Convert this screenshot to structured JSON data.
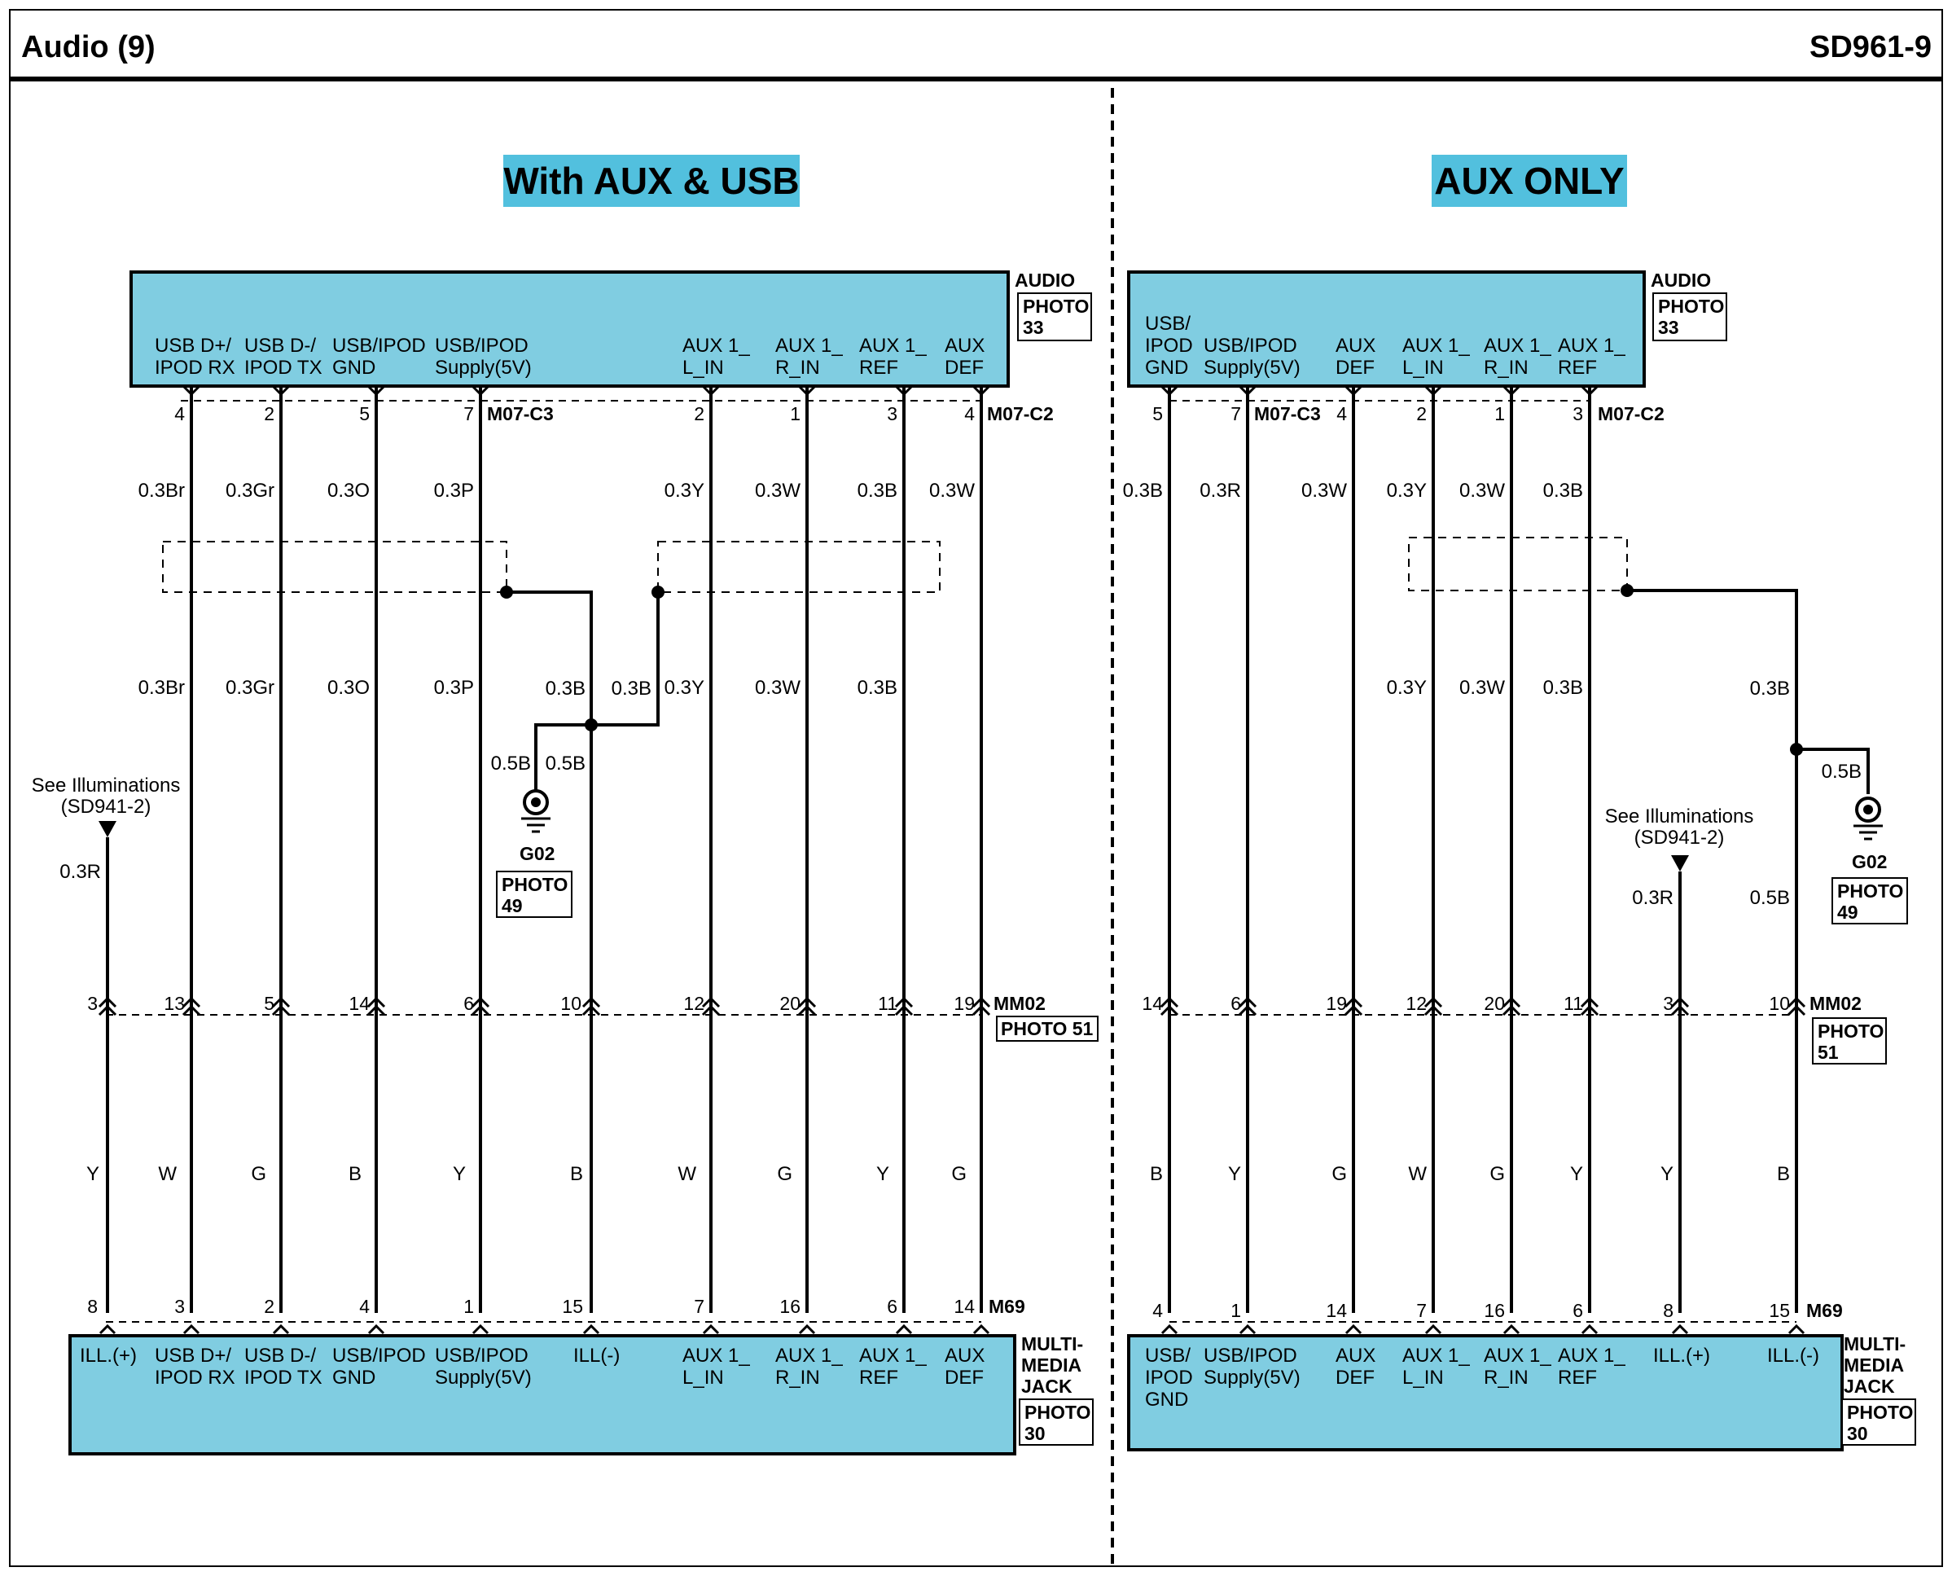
{
  "header": {
    "title": "Audio (9)",
    "code": "SD961-9"
  },
  "colors": {
    "connector_fill": "#80cde1",
    "section_title_fill": "#52c0de",
    "line": "#000000"
  },
  "left": {
    "title": "With AUX & USB",
    "top_component": {
      "name": "AUDIO",
      "photo": [
        "PHOTO",
        "33"
      ]
    },
    "bottom_component": {
      "name": [
        "MULTI-",
        "MEDIA",
        "JACK"
      ],
      "photo": [
        "PHOTO",
        "30"
      ]
    },
    "top_connectors": [
      "M07-C3",
      "M07-C2"
    ],
    "mid_connector": {
      "name": "MM02",
      "photo": "PHOTO 51"
    },
    "bot_connector": "M69",
    "ground": {
      "name": "G02",
      "photo": [
        "PHOTO",
        "49"
      ]
    },
    "illum_note": [
      "See Illuminations",
      "(SD941-2)"
    ],
    "wires": [
      {
        "top_label": [
          "USB D+/",
          "IPOD RX"
        ],
        "top_pin": "4",
        "wire_top": "0.3Br",
        "wire_mid": "0.3Br",
        "mid_pin": "13",
        "wire_low": "W",
        "bot_pin": "3",
        "bot_label": [
          "USB D+/",
          "IPOD RX"
        ]
      },
      {
        "top_label": [
          "USB D-/",
          "IPOD TX"
        ],
        "top_pin": "2",
        "wire_top": "0.3Gr",
        "wire_mid": "0.3Gr",
        "mid_pin": "5",
        "wire_low": "G",
        "bot_pin": "2",
        "bot_label": [
          "USB D-/",
          "IPOD TX"
        ]
      },
      {
        "top_label": [
          "USB/IPOD",
          "GND"
        ],
        "top_pin": "5",
        "wire_top": "0.3O",
        "wire_mid": "0.3O",
        "mid_pin": "14",
        "wire_low": "B",
        "bot_pin": "4",
        "bot_label": [
          "USB/IPOD",
          "GND"
        ]
      },
      {
        "top_label": [
          "USB/IPOD",
          "Supply(5V)"
        ],
        "top_pin": "7",
        "wire_top": "0.3P",
        "wire_mid": "0.3P",
        "mid_pin": "6",
        "wire_low": "Y",
        "bot_pin": "1",
        "bot_label": [
          "USB/IPOD",
          "Supply(5V)"
        ]
      },
      {
        "top_label": [
          "AUX 1_",
          "L_IN"
        ],
        "top_pin": "2",
        "wire_top": "0.3Y",
        "wire_mid": "0.3Y",
        "mid_pin": "12",
        "wire_low": "W",
        "bot_pin": "7",
        "bot_label": [
          "AUX 1_",
          "L_IN"
        ]
      },
      {
        "top_label": [
          "AUX 1_",
          "R_IN"
        ],
        "top_pin": "1",
        "wire_top": "0.3W",
        "wire_mid": "0.3W",
        "mid_pin": "20",
        "wire_low": "G",
        "bot_pin": "16",
        "bot_label": [
          "AUX 1_",
          "R_IN"
        ]
      },
      {
        "top_label": [
          "AUX 1_",
          "REF"
        ],
        "top_pin": "3",
        "wire_top": "0.3B",
        "wire_mid": "0.3B",
        "mid_pin": "11",
        "wire_low": "Y",
        "bot_pin": "6",
        "bot_label": [
          "AUX 1_",
          "REF"
        ]
      },
      {
        "top_label": [
          "AUX",
          "DEF"
        ],
        "top_pin": "4",
        "wire_top": "0.3W",
        "wire_mid": "",
        "mid_pin": "19",
        "wire_low": "G",
        "bot_pin": "14",
        "bot_label": [
          "AUX",
          "DEF"
        ]
      }
    ],
    "ill_plus": {
      "wire": "0.3R",
      "mid_pin": "3",
      "wire_low": "Y",
      "bot_pin": "8",
      "bot_label": "ILL.(+)"
    },
    "ill_minus": {
      "mid_pin": "10",
      "wire_low": "B",
      "bot_pin": "15",
      "bot_label": "ILL(-)"
    },
    "shield_wires": {
      "left": "0.3B",
      "right": "0.3B",
      "gnd_left": "0.5B",
      "gnd_right": "0.5B"
    }
  },
  "right": {
    "title": "AUX ONLY",
    "top_component": {
      "name": "AUDIO",
      "photo": [
        "PHOTO",
        "33"
      ]
    },
    "bottom_component": {
      "name": [
        "MULTI-",
        "MEDIA",
        "JACK"
      ],
      "photo": [
        "PHOTO",
        "30"
      ]
    },
    "top_connectors": [
      "M07-C3",
      "M07-C2"
    ],
    "mid_connector": {
      "name": "MM02",
      "photo": [
        "PHOTO",
        "51"
      ]
    },
    "bot_connector": "M69",
    "ground": {
      "name": "G02",
      "photo": [
        "PHOTO",
        "49"
      ]
    },
    "illum_note": [
      "See Illuminations",
      "(SD941-2)"
    ],
    "wires": [
      {
        "top_label": [
          "USB/",
          "IPOD",
          "GND"
        ],
        "top_pin": "5",
        "wire_top": "0.3B",
        "wire_mid": "",
        "mid_pin": "14",
        "wire_low": "B",
        "bot_pin": "4",
        "bot_label": [
          "USB/",
          "IPOD",
          "GND"
        ]
      },
      {
        "top_label": [
          "USB/IPOD",
          "Supply(5V)"
        ],
        "top_pin": "7",
        "wire_top": "0.3R",
        "wire_mid": "",
        "mid_pin": "6",
        "wire_low": "Y",
        "bot_pin": "1",
        "bot_label": [
          "USB/IPOD",
          "Supply(5V)"
        ]
      },
      {
        "top_label": [
          "AUX",
          "DEF"
        ],
        "top_pin": "4",
        "wire_top": "0.3W",
        "wire_mid": "",
        "mid_pin": "19",
        "wire_low": "G",
        "bot_pin": "14",
        "bot_label": [
          "AUX",
          "DEF"
        ]
      },
      {
        "top_label": [
          "AUX 1_",
          "L_IN"
        ],
        "top_pin": "2",
        "wire_top": "0.3Y",
        "wire_mid": "0.3Y",
        "mid_pin": "12",
        "wire_low": "W",
        "bot_pin": "7",
        "bot_label": [
          "AUX 1_",
          "L_IN"
        ]
      },
      {
        "top_label": [
          "AUX 1_",
          "R_IN"
        ],
        "top_pin": "1",
        "wire_top": "0.3W",
        "wire_mid": "0.3W",
        "mid_pin": "20",
        "wire_low": "G",
        "bot_pin": "16",
        "bot_label": [
          "AUX 1_",
          "R_IN"
        ]
      },
      {
        "top_label": [
          "AUX 1_",
          "REF"
        ],
        "top_pin": "3",
        "wire_top": "0.3B",
        "wire_mid": "0.3B",
        "mid_pin": "11",
        "wire_low": "Y",
        "bot_pin": "6",
        "bot_label": [
          "AUX 1_",
          "REF"
        ]
      }
    ],
    "ill_plus": {
      "wire": "0.3R",
      "mid_pin": "3",
      "wire_low": "Y",
      "bot_pin": "8",
      "bot_label": "ILL.(+)"
    },
    "ill_minus": {
      "wire": "0.5B",
      "mid_pin": "10",
      "wire_low": "B",
      "bot_pin": "15",
      "bot_label": "ILL.(-)"
    },
    "shield_wires": {
      "main": "0.3B",
      "gnd": "0.5B"
    }
  }
}
